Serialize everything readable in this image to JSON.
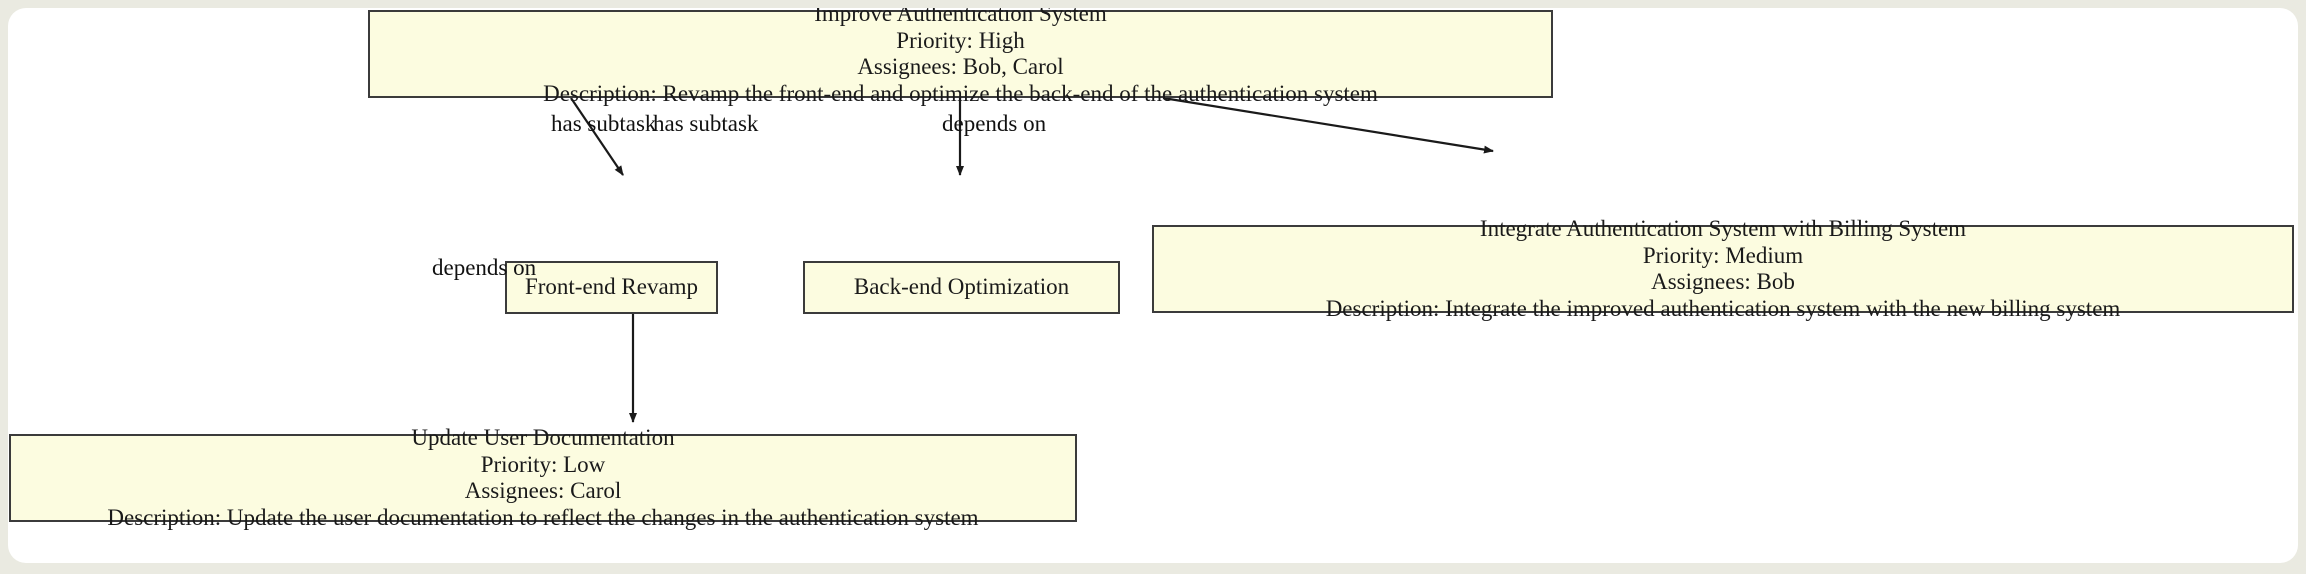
{
  "diagram": {
    "type": "task-dependency-graph",
    "background_color": "#eaeae1",
    "canvas_color": "#ffffff",
    "node_fill": "#fcfce0",
    "node_border": "#3b3b3b",
    "edge_color": "#1a1a1a"
  },
  "nodes": [
    {
      "id": "improve-authentication-system",
      "title": "Improve Authentication System",
      "priority": "Priority: High",
      "assignees": "Assignees: Bob, Carol",
      "description": "Description: Revamp the front-end and optimize the back-end of the authentication system"
    },
    {
      "id": "front-end-revamp",
      "title": "Front-end Revamp"
    },
    {
      "id": "back-end-optimization",
      "title": "Back-end Optimization"
    },
    {
      "id": "integrate-authentication-billing",
      "title": "Integrate Authentication System with Billing System",
      "priority": "Priority: Medium",
      "assignees": "Assignees: Bob",
      "description": "Description: Integrate the improved authentication system with the new billing system"
    },
    {
      "id": "update-user-documentation",
      "title": "Update User Documentation",
      "priority": "Priority: Low",
      "assignees": "Assignees: Carol",
      "description": "Description: Update the user documentation to reflect the changes in the authentication system"
    }
  ],
  "edges": [
    {
      "id": "improve-to-frontend",
      "from": "improve-authentication-system",
      "to": "front-end-revamp",
      "label": "has subtask"
    },
    {
      "id": "improve-to-backend",
      "from": "improve-authentication-system",
      "to": "back-end-optimization",
      "label": "has subtask"
    },
    {
      "id": "improve-to-integrate",
      "from": "improve-authentication-system",
      "to": "integrate-authentication-billing",
      "label": "depends on"
    },
    {
      "id": "frontend-to-docs",
      "from": "front-end-revamp",
      "to": "update-user-documentation",
      "label": "depends on"
    }
  ]
}
